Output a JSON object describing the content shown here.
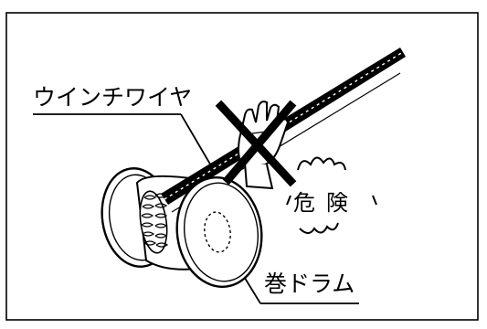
{
  "labels": {
    "winch_wire": "ウインチワイヤ",
    "drum": "巻ドラム",
    "danger": "危険"
  },
  "icons": {
    "prohibition_mark": "x-mark-icon",
    "hand": "hand-icon"
  },
  "colors": {
    "ink": "#000000",
    "background": "#ffffff"
  }
}
